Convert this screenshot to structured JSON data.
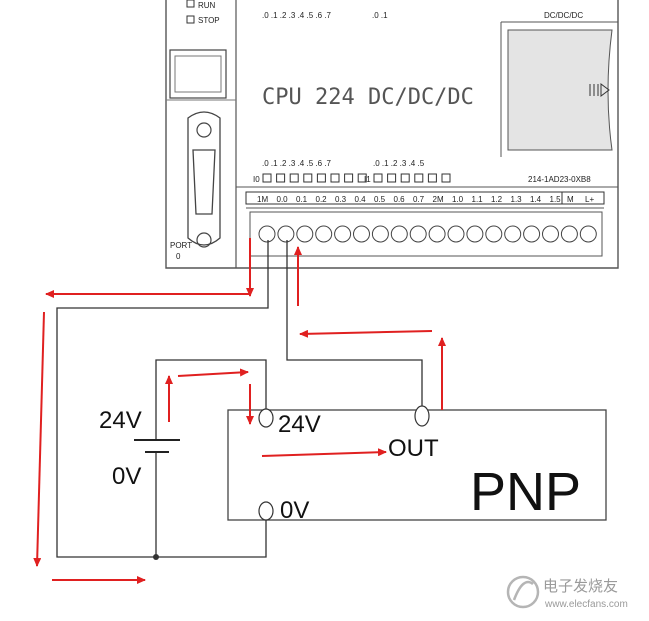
{
  "plc": {
    "status_run": "RUN",
    "status_stop": "STOP",
    "top_bits_a": ".0 .1 .2 .3 .4 .5 .6 .7",
    "top_bits_b": ".0 .1",
    "model_tag": "DC/DC/DC",
    "cpu_title": "CPU 224 DC/DC/DC",
    "part_number": "214-1AD23-0XB8",
    "port_label": "PORT",
    "port_number": "0",
    "input_bits_a": ".0 .1 .2 .3 .4 .5 .6 .7",
    "input_bits_b": ".0 .1 .2 .3 .4 .5",
    "input_group_a": "I0",
    "input_group_b": "I1",
    "terminals": [
      "1M",
      "0.0",
      "0.1",
      "0.2",
      "0.3",
      "0.4",
      "0.5",
      "0.6",
      "0.7",
      "2M",
      "1.0",
      "1.1",
      "1.2",
      "1.3",
      "1.4",
      "1.5"
    ],
    "power_terminals": [
      "M",
      "L+"
    ]
  },
  "circuit": {
    "supply_voltage": "24V",
    "supply_ground": "0V"
  },
  "sensor": {
    "type": "PNP",
    "pin_24v": "24V",
    "pin_out": "OUT",
    "pin_0v": "0V"
  },
  "watermark": {
    "text_cn": "电子发烧友",
    "url": "www.elecfans.com"
  },
  "colors": {
    "arrow": "#e02020",
    "wire": "#333333",
    "panel_border": "#555555"
  }
}
